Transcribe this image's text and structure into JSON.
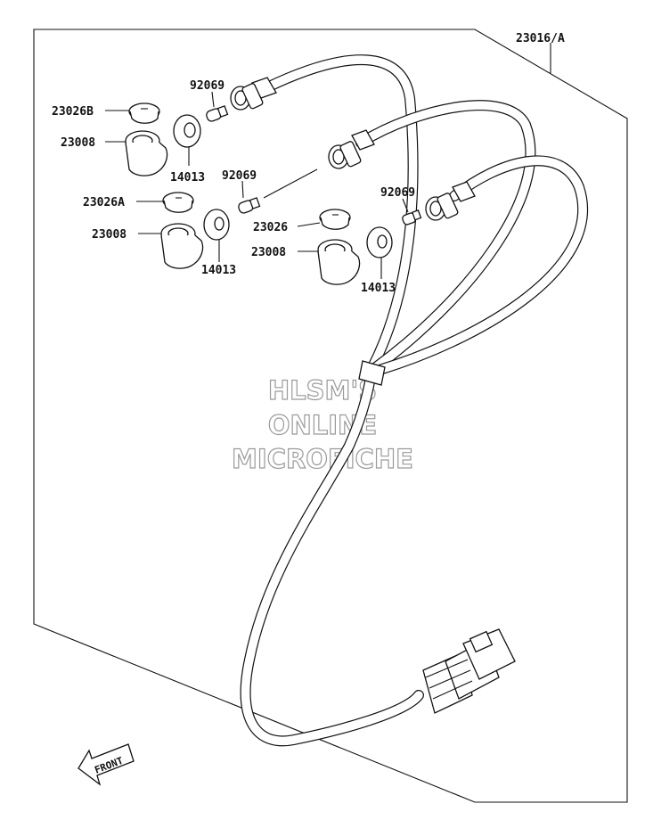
{
  "diagram": {
    "callouts": {
      "c_23016A": "23016/A",
      "c_23026B": "23026B",
      "c_23008_a": "23008",
      "c_92069_a": "92069",
      "c_14013_a": "14013",
      "c_92069_b": "92069",
      "c_23026A": "23026A",
      "c_23008_b": "23008",
      "c_14013_b": "14013",
      "c_92069_c": "92069",
      "c_23026": "23026",
      "c_23008_c": "23008",
      "c_14013_c": "14013"
    },
    "watermark": {
      "line1": "HLSM'S",
      "line2": "ONLINE",
      "line3": "MICROFICHE"
    },
    "front_label": "FRONT"
  }
}
